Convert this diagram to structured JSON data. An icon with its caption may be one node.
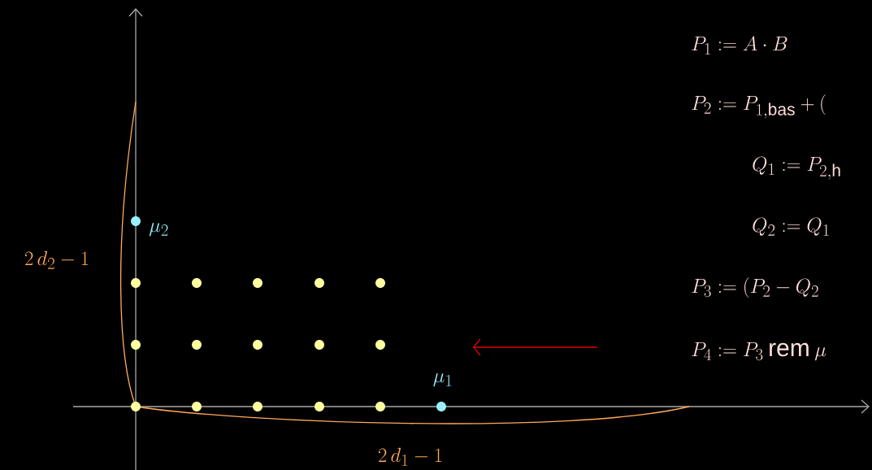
{
  "diagram": {
    "labels": [
      "P_1 := A \\cdot B",
      "P_2 := P_{1,\\mathrm{bas}} + (",
      "Q_1 := P_{2,\\mathrm{h}}",
      "\\mu_2",
      "2\\,d_2 - 1",
      "Q_2 := Q_1",
      "P_3 := (P_2 - Q_2",
      "\\mu_1",
      "P_4 := P_3 \\mathbin{\\mathrm{rem}} \\mu",
      "2\\,d_1 - 1"
    ]
  }
}
